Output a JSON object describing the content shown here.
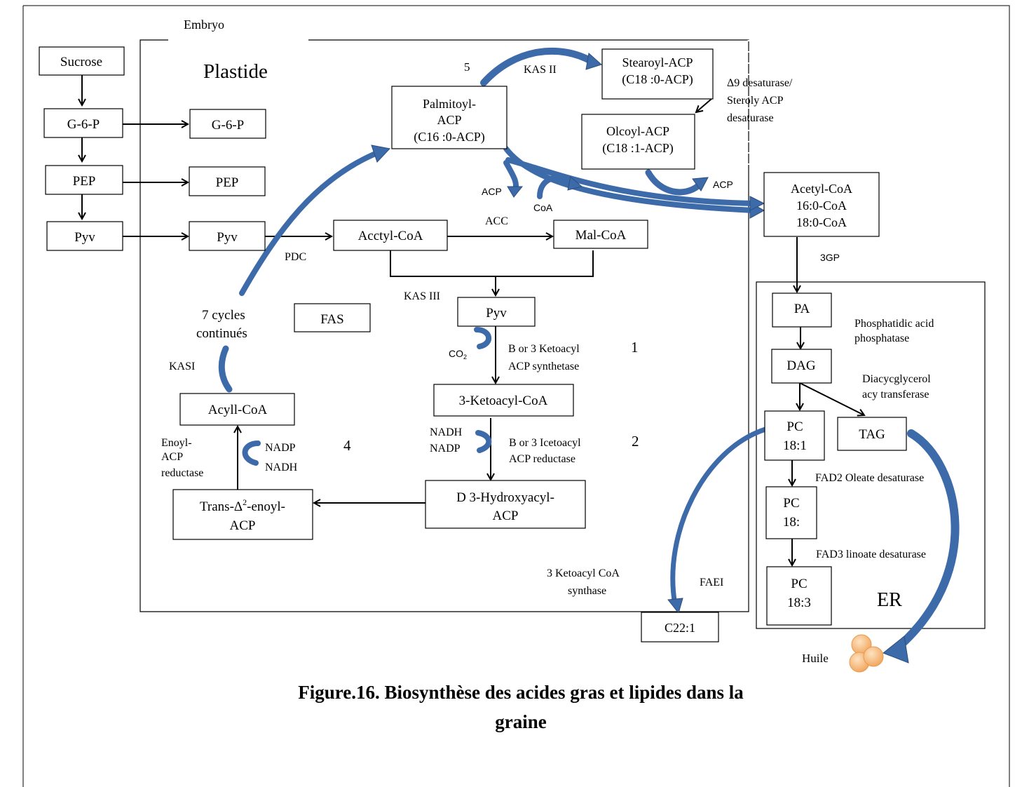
{
  "compartments": {
    "embryo": "Embryo",
    "plastide": "Plastide",
    "er": "ER"
  },
  "boxes": {
    "sucrose": "Sucrose",
    "g6p_cyt": "G-6-P",
    "g6p_pla": "G-6-P",
    "pep_cyt": "PEP",
    "pep_pla": "PEP",
    "pyv_cyt": "Pyv",
    "pyv_pla": "Pyv",
    "acetyl_coa": "Acctyl-CoA",
    "mal_coa": "Mal-CoA",
    "pyv_center": "Pyv",
    "fas": "FAS",
    "palmitoyl_1": "Palmitoyl-",
    "palmitoyl_2": "ACP",
    "palmitoyl_3": "(C16 :0-ACP)",
    "stearoyl_1": "Stearoyl-ACP",
    "stearoyl_2": "(C18 :0-ACP)",
    "oleoyl_1": "Olcoyl-ACP",
    "oleoyl_2": "(C18 :1-ACP)",
    "ketoacyl": "3-Ketoacyl-CoA",
    "hydroxyacyl_1": "D 3-Hydroxyacyl-",
    "hydroxyacyl_2": "ACP",
    "enoyl_1_a": "Trans-Δ",
    "enoyl_1_sup": "2",
    "enoyl_1_b": "-enoyl-",
    "enoyl_2": "ACP",
    "acyll_coa": "Acyll-CoA",
    "acyl_pool_1": "Acetyl-CoA",
    "acyl_pool_2": "16:0-CoA",
    "acyl_pool_3": "18:0-CoA",
    "pa": "PA",
    "dag": "DAG",
    "pc181_1": "PC",
    "pc181_2": "18:1",
    "tag": "TAG",
    "pc18_1": "PC",
    "pc18_2": "18:",
    "pc183_1": "PC",
    "pc183_2": "18:3",
    "c221": "C22:1"
  },
  "labels": {
    "step5": "5",
    "kas2": "KAS II",
    "d9_1": "Δ9 desaturase/",
    "d9_2": "Steroly ACP",
    "d9_3": "desaturase",
    "acp_left": "ACP",
    "coa": "CoA",
    "acp_right": "ACP",
    "acc": "ACC",
    "pdc": "PDC",
    "kas3": "KAS III",
    "cycles_1": "7 cycles",
    "cycles_2": "continués",
    "kasi": "KASI",
    "co2": "CO",
    "co2_sub": "2",
    "ketoacyl_synth_1": "B or 3 Ketoacyl",
    "ketoacyl_synth_2": "ACP synthetase",
    "step1": "1",
    "nadh_1": "NADH",
    "nadp_1": "NADP",
    "reductase_1": "B or 3 Icetoacyl",
    "reductase_2": "ACP reductase",
    "step2": "2",
    "enoyl_red_1": "Enoyl-",
    "enoyl_red_2": "ACP",
    "enoyl_red_3": "reductase",
    "nadp_2": "NADP",
    "nadh_2": "NADH",
    "step4": "4",
    "gp3": "3GP",
    "pap_1": "Phosphatidic  acid",
    "pap_2": "phosphatase",
    "dgat_1": "Diacycglycerol",
    "dgat_2": "acy transferase",
    "fad2": "FAD2 Oleate desaturase",
    "fad3": "FAD3 linoate desaturase",
    "kcs_1": "3 Ketoacyl  CoA",
    "kcs_2": "synthase",
    "faei": "FAEI",
    "huile": "Huile"
  },
  "caption": {
    "line1": "Figure.16. Biosynthèse des acides gras et lipides dans la",
    "line2": "graine"
  },
  "colors": {
    "arrow_blue": "#3d6aa8",
    "oil_droplet": "#f5b877"
  }
}
